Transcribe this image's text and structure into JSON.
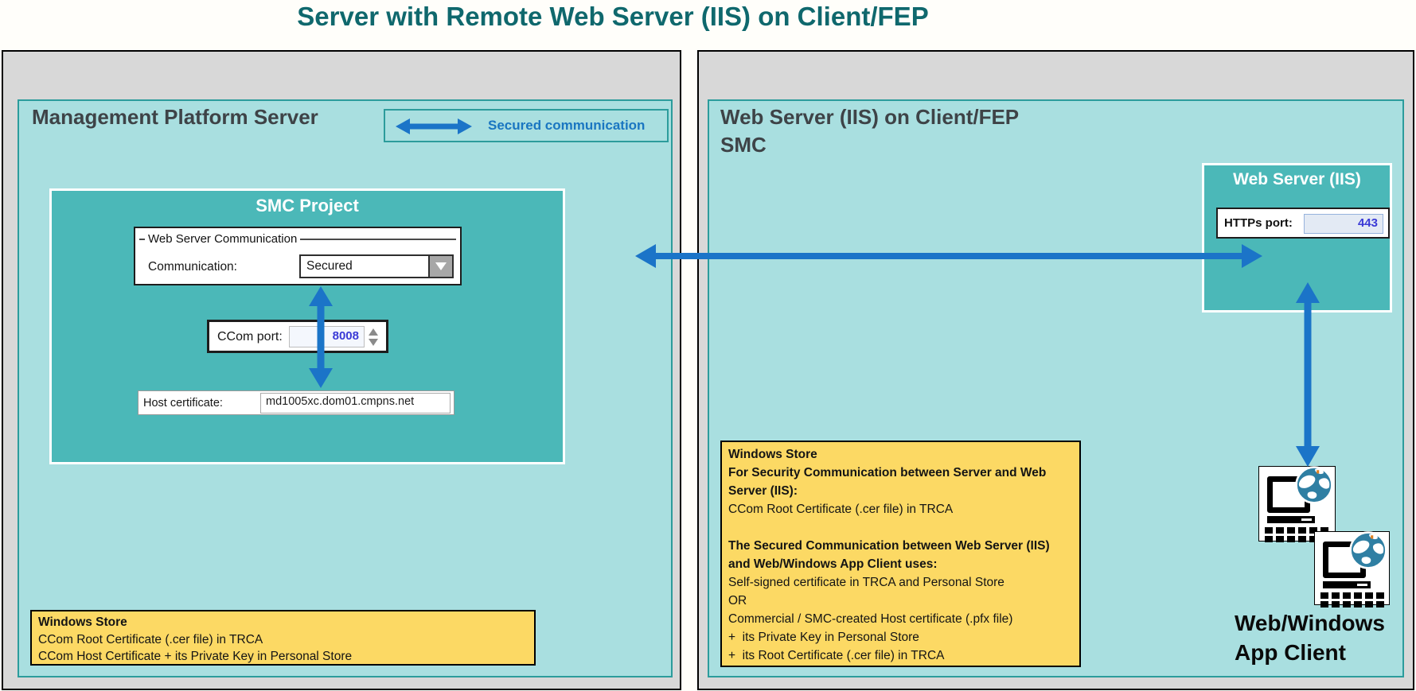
{
  "title": "Server with Remote Web Server (IIS) on Client/FEP",
  "colors": {
    "title_teal": "#0f686d",
    "panel_gray": "#d8d8d8",
    "inner_teal": "#a9dfe0",
    "inner_border_teal": "#2c9c9c",
    "box_teal": "#4bb8b8",
    "arrow_blue": "#1b74c8",
    "legend_text_blue": "#1a76c1",
    "note_yellow": "#fcd964",
    "port_value_blue": "#3a3ad6",
    "heading_gray": "#3e4347"
  },
  "legend": {
    "label": "Secured communication",
    "icon": "double-headed-arrow"
  },
  "left_panel": {
    "heading": "Management Platform Server",
    "smc_project": {
      "title": "SMC Project",
      "group_label": "Web Server Communication",
      "communication_label": "Communication:",
      "communication_value": "Secured",
      "ccom_port_label": "CCom port:",
      "ccom_port_value": "8008",
      "host_certificate_label": "Host certificate:",
      "host_certificate_value": "md1005xc.dom01.cmpns.net"
    },
    "windows_store": {
      "lines": [
        {
          "text": "Windows Store",
          "bold": true
        },
        {
          "text": "CCom Root Certificate (.cer file) in TRCA",
          "bold": false
        },
        {
          "text": "CCom Host Certificate + its Private Key in Personal Store",
          "bold": false
        }
      ]
    }
  },
  "right_panel": {
    "heading_line1": "Web Server (IIS) on Client/FEP",
    "heading_line2": "SMC",
    "web_server": {
      "title": "Web Server (IIS)",
      "https_port_label": "HTTPs port:",
      "https_port_value": "443"
    },
    "windows_store": {
      "lines": [
        {
          "text": "Windows Store",
          "bold": true
        },
        {
          "text": "For Security Communication between Server and Web Server (IIS):",
          "bold": true
        },
        {
          "text": "CCom Root Certificate (.cer file) in TRCA",
          "bold": false
        },
        {
          "text": "",
          "bold": false
        },
        {
          "text": "The Secured Communication between Web Server (IIS) and Web/Windows App Client uses:",
          "bold": true
        },
        {
          "text": "Self-signed certificate in TRCA and Personal Store",
          "bold": false
        },
        {
          "text": "OR",
          "bold": false
        },
        {
          "text": "Commercial / SMC-created Host certificate (.pfx file)",
          "bold": false
        },
        {
          "text": "+  its Private Key in Personal Store",
          "bold": false
        },
        {
          "text": "+  its Root Certificate (.cer file) in TRCA",
          "bold": false
        }
      ]
    },
    "app_client": {
      "label_line1": "Web/Windows",
      "label_line2": "App Client",
      "icon": "computer-with-globe"
    }
  }
}
